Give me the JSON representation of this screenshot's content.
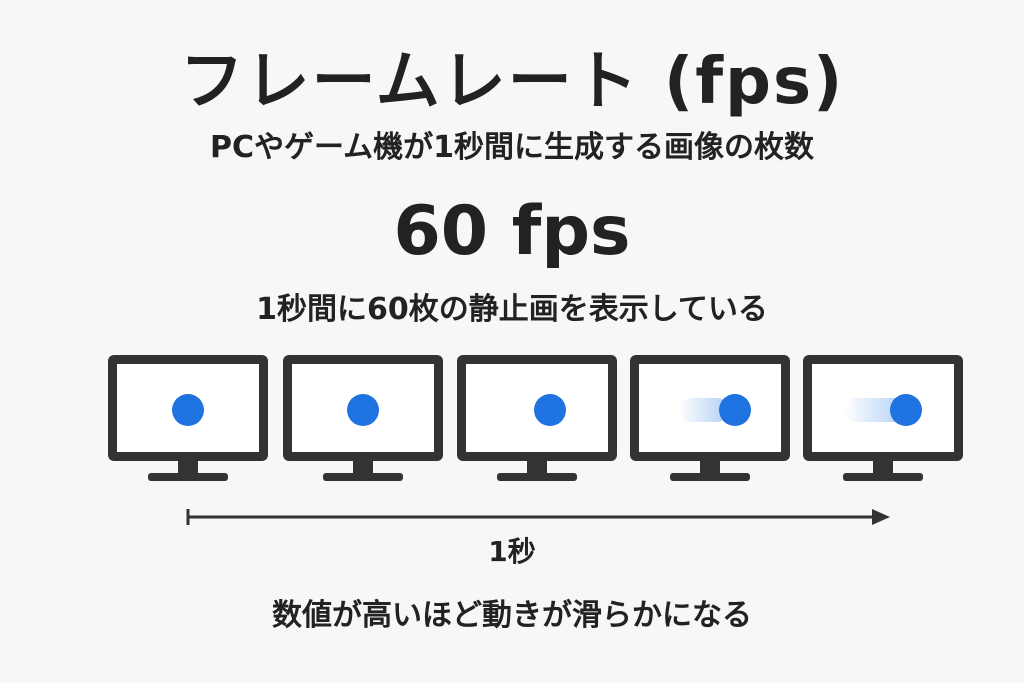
{
  "title": "フレームレート (fps)",
  "subtitle": "PCやゲーム機が1秒間に生成する画像の枚数",
  "example": {
    "value": "60 fps",
    "description": "1秒間に60枚の静止画を表示している"
  },
  "monitors": [
    {
      "icon": "monitor-icon",
      "motion_blur": false
    },
    {
      "icon": "monitor-icon",
      "motion_blur": false
    },
    {
      "icon": "monitor-icon",
      "motion_blur": false
    },
    {
      "icon": "monitor-icon",
      "motion_blur": true
    },
    {
      "icon": "monitor-icon",
      "motion_blur": true
    }
  ],
  "timeline": {
    "label": "1秒"
  },
  "caption": "数値が高いほど動きが滑らかになる",
  "colors": {
    "ball": "#1f73e0",
    "monitor": "#333333",
    "text": "#222222",
    "background": "#f7f7f5"
  }
}
